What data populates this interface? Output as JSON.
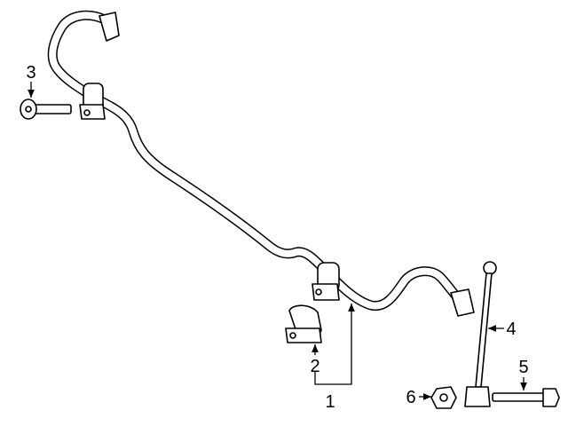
{
  "callouts": [
    {
      "number": "1"
    },
    {
      "number": "2"
    },
    {
      "number": "3"
    },
    {
      "number": "4"
    },
    {
      "number": "5"
    },
    {
      "number": "6"
    }
  ],
  "line_color": "#000000",
  "background": "#ffffff"
}
